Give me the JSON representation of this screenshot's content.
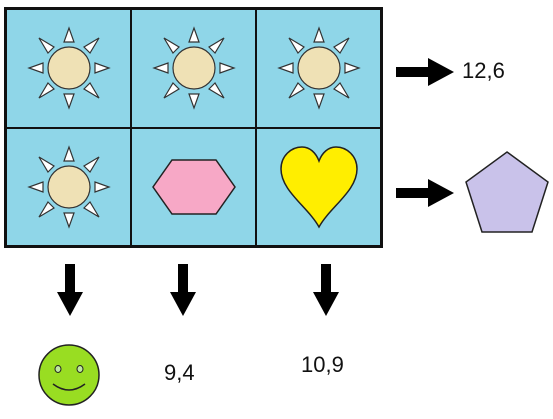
{
  "puzzle": {
    "grid": [
      [
        "sun",
        "sun",
        "sun"
      ],
      [
        "sun",
        "hexagon",
        "heart"
      ]
    ],
    "row_results": [
      "12,6",
      "pentagon"
    ],
    "column_results": [
      "smiley",
      "9,4",
      "10,9"
    ],
    "colors": {
      "cell_bg": "#8fd6e8",
      "sun_body": "#efe1b5",
      "hexagon": "#f7a8c6",
      "heart": "#ffee00",
      "pentagon": "#c9c2ea",
      "smiley": "#99dd22",
      "arrow": "#000000"
    }
  }
}
